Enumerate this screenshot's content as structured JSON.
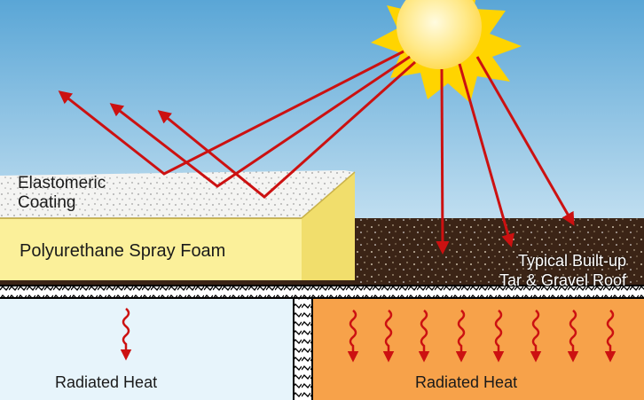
{
  "labels": {
    "coating_line1": "Elastomeric",
    "coating_line2": "Coating",
    "foam": "Polyurethane Spray Foam",
    "tar_line1": "Typical Built-up",
    "tar_line2": "Tar & Gravel Roof",
    "heat_left": "Radiated Heat",
    "heat_right": "Radiated Heat"
  },
  "colors": {
    "sky_top": "#5aa6d6",
    "sky_bottom": "#e6f3fa",
    "sun": "#ffe36a",
    "sun_rays": "#ffd400",
    "coating": "#f4f4f2",
    "foam_face": "#fbf09a",
    "foam_top": "#f5e67a",
    "gravel": "#3b2416",
    "hot_interior": "#f7a24a",
    "cool_interior": "#e7f4fb",
    "arrow": "#cc1111",
    "deck_pattern": "#000000"
  },
  "icons": {
    "sun": "sun-icon",
    "reflected": "reflected-arrow-icon",
    "absorbed": "absorbed-arrow-icon",
    "radiated": "wavy-heat-arrow-icon"
  }
}
